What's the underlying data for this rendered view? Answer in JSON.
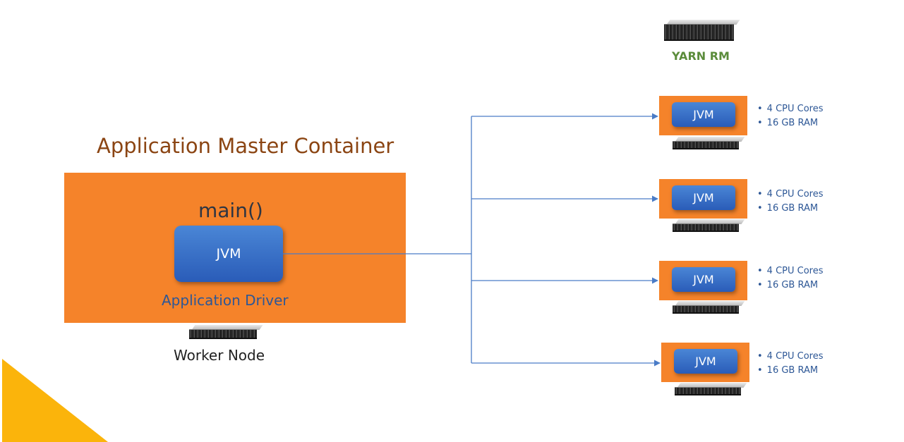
{
  "yarn_rm": {
    "label": "YARN RM"
  },
  "master": {
    "title": "Application Master Container",
    "main_label": "main()",
    "jvm_label": "JVM",
    "driver_label": "Application Driver",
    "worker_label": "Worker Node"
  },
  "executors": [
    {
      "jvm_label": "JVM",
      "specs": [
        "4 CPU Cores",
        "16 GB RAM"
      ]
    },
    {
      "jvm_label": "JVM",
      "specs": [
        "4 CPU Cores",
        "16 GB RAM"
      ]
    },
    {
      "jvm_label": "JVM",
      "specs": [
        "4 CPU Cores",
        "16 GB RAM"
      ]
    },
    {
      "jvm_label": "JVM",
      "specs": [
        "4 CPU Cores",
        "16 GB RAM"
      ]
    }
  ],
  "colors": {
    "container_orange": "#f5832a",
    "jvm_blue": "#3a6fc9",
    "connector_blue": "#4a7cc7",
    "title_brown": "#8b4513",
    "yarn_green": "#5b8c3b",
    "accent_yellow": "#fbb40b"
  },
  "icons": [
    "server-icon",
    "arrow-icon"
  ]
}
